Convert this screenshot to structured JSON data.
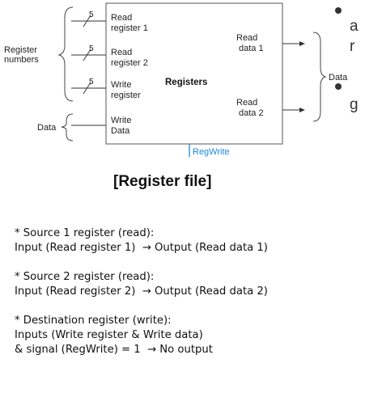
{
  "diagram": {
    "title": "Registers",
    "inputs": {
      "read_register_1": [
        "Read",
        "register 1"
      ],
      "read_register_2": [
        "Read",
        "register 2"
      ],
      "write_register": [
        "Write",
        "register"
      ],
      "write_data": [
        "Write",
        "Data"
      ]
    },
    "outputs": {
      "read_data_1": [
        "Read",
        "data 1"
      ],
      "read_data_2": [
        "Read",
        "data 2"
      ]
    },
    "bus_width": "5",
    "left_groups": {
      "register_numbers": [
        "Register",
        "numbers"
      ],
      "data": "Data"
    },
    "right_group": "Data",
    "control_signal": "RegWrite"
  },
  "caption": "[Register file]",
  "notes": [
    [
      "* Source 1 register (read):",
      "Input (Read register 1)  → Output (Read data 1)"
    ],
    [
      "* Source 2 register (read):",
      "Input (Read register 2)  → Output (Read data 2)"
    ],
    [
      "* Destination register (write):",
      "Inputs (Write register & Write data)",
      "& signal (RegWrite) = 1  → No output"
    ]
  ],
  "side_fragments": {
    "line1": "a",
    "line2": "r",
    "line3": "g"
  }
}
